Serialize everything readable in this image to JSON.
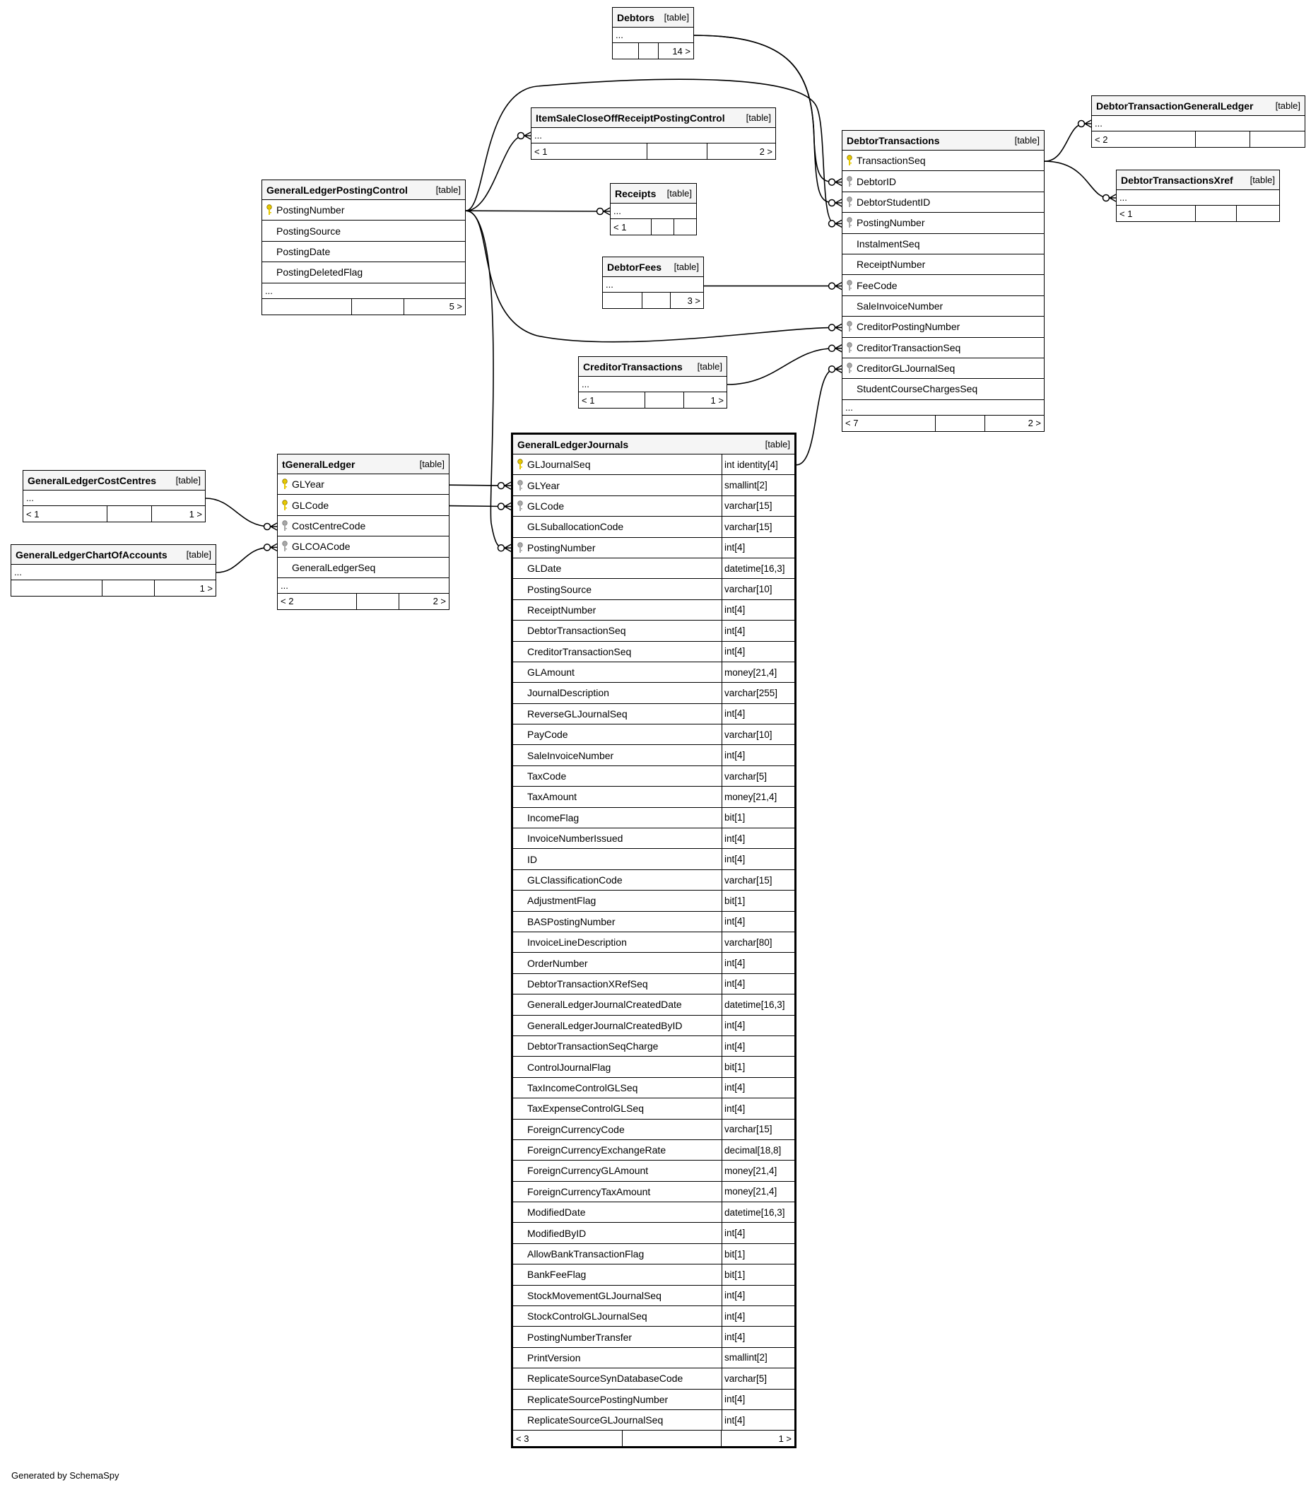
{
  "footer_credit": "Generated by SchemaSpy",
  "table_kind_label": "[table]",
  "ellipsis": "...",
  "tables": [
    {
      "name": "Debtors",
      "columns": [],
      "footer": [
        "",
        "",
        "14 >"
      ]
    },
    {
      "name": "ItemSaleCloseOffReceiptPostingControl",
      "columns": [],
      "footer": [
        "< 1",
        "",
        "2 >"
      ]
    },
    {
      "name": "Receipts",
      "columns": [],
      "footer": [
        "< 1",
        "",
        ""
      ]
    },
    {
      "name": "DebtorFees",
      "columns": [],
      "footer": [
        "",
        "",
        "3 >"
      ]
    },
    {
      "name": "CreditorTransactions",
      "columns": [],
      "footer": [
        "< 1",
        "",
        "1 >"
      ]
    },
    {
      "name": "GeneralLedgerPostingControl",
      "columns": [
        {
          "name": "PostingNumber",
          "key": "pk"
        },
        {
          "name": "PostingSource",
          "key": ""
        },
        {
          "name": "PostingDate",
          "key": ""
        },
        {
          "name": "PostingDeletedFlag",
          "key": ""
        }
      ],
      "footer": [
        "",
        "",
        "5 >"
      ]
    },
    {
      "name": "DebtorTransactions",
      "columns": [
        {
          "name": "TransactionSeq",
          "key": "pk"
        },
        {
          "name": "DebtorID",
          "key": "fk"
        },
        {
          "name": "DebtorStudentID",
          "key": "fk"
        },
        {
          "name": "PostingNumber",
          "key": "fk"
        },
        {
          "name": "InstalmentSeq",
          "key": ""
        },
        {
          "name": "ReceiptNumber",
          "key": ""
        },
        {
          "name": "FeeCode",
          "key": "fk"
        },
        {
          "name": "SaleInvoiceNumber",
          "key": ""
        },
        {
          "name": "CreditorPostingNumber",
          "key": "fk"
        },
        {
          "name": "CreditorTransactionSeq",
          "key": "fk"
        },
        {
          "name": "CreditorGLJournalSeq",
          "key": "fk"
        },
        {
          "name": "StudentCourseChargesSeq",
          "key": ""
        }
      ],
      "footer": [
        "< 7",
        "",
        "2 >"
      ]
    },
    {
      "name": "DebtorTransactionGeneralLedger",
      "columns": [],
      "footer": [
        "< 2",
        "",
        ""
      ]
    },
    {
      "name": "DebtorTransactionsXref",
      "columns": [],
      "footer": [
        "< 1",
        "",
        ""
      ]
    },
    {
      "name": "GeneralLedgerCostCentres",
      "columns": [],
      "footer": [
        "< 1",
        "",
        "1 >"
      ]
    },
    {
      "name": "GeneralLedgerChartOfAccounts",
      "columns": [],
      "footer": [
        "",
        "",
        "1 >"
      ]
    },
    {
      "name": "tGeneralLedger",
      "columns": [
        {
          "name": "GLYear",
          "key": "pk"
        },
        {
          "name": "GLCode",
          "key": "pk"
        },
        {
          "name": "CostCentreCode",
          "key": "fk"
        },
        {
          "name": "GLCOACode",
          "key": "fk"
        },
        {
          "name": "GeneralLedgerSeq",
          "key": ""
        }
      ],
      "footer": [
        "< 2",
        "",
        "2 >"
      ]
    },
    {
      "name": "GeneralLedgerJournals",
      "columns": [
        {
          "name": "GLJournalSeq",
          "type": "int identity[4]",
          "key": "pk"
        },
        {
          "name": "GLYear",
          "type": "smallint[2]",
          "key": "fk"
        },
        {
          "name": "GLCode",
          "type": "varchar[15]",
          "key": "fk"
        },
        {
          "name": "GLSuballocationCode",
          "type": "varchar[15]",
          "key": ""
        },
        {
          "name": "PostingNumber",
          "type": "int[4]",
          "key": "fk"
        },
        {
          "name": "GLDate",
          "type": "datetime[16,3]",
          "key": ""
        },
        {
          "name": "PostingSource",
          "type": "varchar[10]",
          "key": ""
        },
        {
          "name": "ReceiptNumber",
          "type": "int[4]",
          "key": ""
        },
        {
          "name": "DebtorTransactionSeq",
          "type": "int[4]",
          "key": ""
        },
        {
          "name": "CreditorTransactionSeq",
          "type": "int[4]",
          "key": ""
        },
        {
          "name": "GLAmount",
          "type": "money[21,4]",
          "key": ""
        },
        {
          "name": "JournalDescription",
          "type": "varchar[255]",
          "key": ""
        },
        {
          "name": "ReverseGLJournalSeq",
          "type": "int[4]",
          "key": ""
        },
        {
          "name": "PayCode",
          "type": "varchar[10]",
          "key": ""
        },
        {
          "name": "SaleInvoiceNumber",
          "type": "int[4]",
          "key": ""
        },
        {
          "name": "TaxCode",
          "type": "varchar[5]",
          "key": ""
        },
        {
          "name": "TaxAmount",
          "type": "money[21,4]",
          "key": ""
        },
        {
          "name": "IncomeFlag",
          "type": "bit[1]",
          "key": ""
        },
        {
          "name": "InvoiceNumberIssued",
          "type": "int[4]",
          "key": ""
        },
        {
          "name": "ID",
          "type": "int[4]",
          "key": ""
        },
        {
          "name": "GLClassificationCode",
          "type": "varchar[15]",
          "key": ""
        },
        {
          "name": "AdjustmentFlag",
          "type": "bit[1]",
          "key": ""
        },
        {
          "name": "BASPostingNumber",
          "type": "int[4]",
          "key": ""
        },
        {
          "name": "InvoiceLineDescription",
          "type": "varchar[80]",
          "key": ""
        },
        {
          "name": "OrderNumber",
          "type": "int[4]",
          "key": ""
        },
        {
          "name": "DebtorTransactionXRefSeq",
          "type": "int[4]",
          "key": ""
        },
        {
          "name": "GeneralLedgerJournalCreatedDate",
          "type": "datetime[16,3]",
          "key": ""
        },
        {
          "name": "GeneralLedgerJournalCreatedByID",
          "type": "int[4]",
          "key": ""
        },
        {
          "name": "DebtorTransactionSeqCharge",
          "type": "int[4]",
          "key": ""
        },
        {
          "name": "ControlJournalFlag",
          "type": "bit[1]",
          "key": ""
        },
        {
          "name": "TaxIncomeControlGLSeq",
          "type": "int[4]",
          "key": ""
        },
        {
          "name": "TaxExpenseControlGLSeq",
          "type": "int[4]",
          "key": ""
        },
        {
          "name": "ForeignCurrencyCode",
          "type": "varchar[15]",
          "key": ""
        },
        {
          "name": "ForeignCurrencyExchangeRate",
          "type": "decimal[18,8]",
          "key": ""
        },
        {
          "name": "ForeignCurrencyGLAmount",
          "type": "money[21,4]",
          "key": ""
        },
        {
          "name": "ForeignCurrencyTaxAmount",
          "type": "money[21,4]",
          "key": ""
        },
        {
          "name": "ModifiedDate",
          "type": "datetime[16,3]",
          "key": ""
        },
        {
          "name": "ModifiedByID",
          "type": "int[4]",
          "key": ""
        },
        {
          "name": "AllowBankTransactionFlag",
          "type": "bit[1]",
          "key": ""
        },
        {
          "name": "BankFeeFlag",
          "type": "bit[1]",
          "key": ""
        },
        {
          "name": "StockMovementGLJournalSeq",
          "type": "int[4]",
          "key": ""
        },
        {
          "name": "StockControlGLJournalSeq",
          "type": "int[4]",
          "key": ""
        },
        {
          "name": "PostingNumberTransfer",
          "type": "int[4]",
          "key": ""
        },
        {
          "name": "PrintVersion",
          "type": "smallint[2]",
          "key": ""
        },
        {
          "name": "ReplicateSourceSynDatabaseCode",
          "type": "varchar[5]",
          "key": ""
        },
        {
          "name": "ReplicateSourcePostingNumber",
          "type": "int[4]",
          "key": ""
        },
        {
          "name": "ReplicateSourceGLJournalSeq",
          "type": "int[4]",
          "key": ""
        }
      ],
      "footer": [
        "< 3",
        "",
        "1 >"
      ]
    }
  ],
  "key_colors": {
    "pk": "#e6c800",
    "fk": "#a8a8a8"
  }
}
